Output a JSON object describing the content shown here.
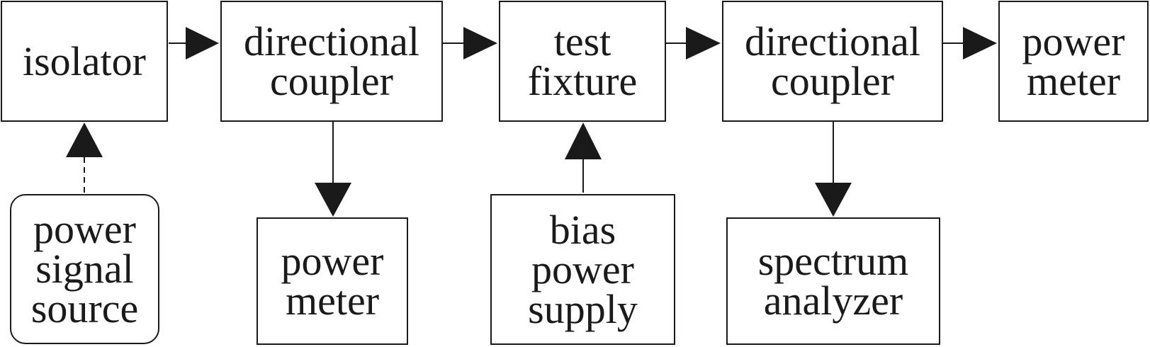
{
  "blocks": {
    "isolator": [
      "isolator"
    ],
    "coupler_1": [
      "directional",
      "coupler"
    ],
    "test_fixture": [
      "test",
      "fixture"
    ],
    "coupler_2": [
      "directional",
      "coupler"
    ],
    "power_meter_out": [
      "power",
      "meter"
    ],
    "signal_source": [
      "power",
      "signal",
      "source"
    ],
    "power_meter_ref": [
      "power",
      "meter"
    ],
    "bias_supply": [
      "bias",
      "power",
      "supply"
    ],
    "spectrum_analyzer": [
      "spectrum",
      "analyzer"
    ]
  },
  "colors": {
    "line": "#1a1a1a",
    "background": "#ffffff"
  }
}
